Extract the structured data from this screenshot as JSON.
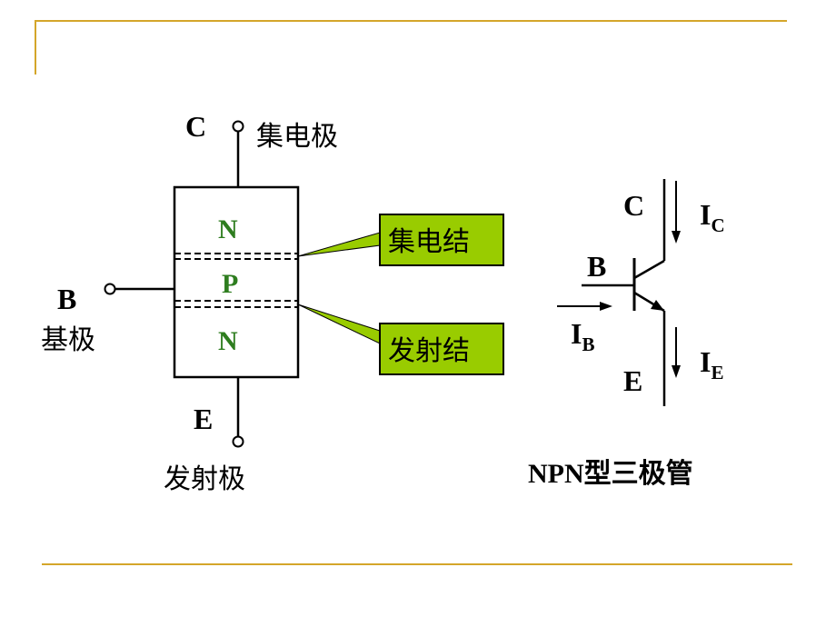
{
  "slide": {
    "frame_color": "#d4a62a",
    "accent_green": "#99cc00",
    "region_color": "#2e7d1f"
  },
  "structure": {
    "collector_letter": "C",
    "collector_name": "集电极",
    "base_letter": "B",
    "base_name": "基极",
    "emitter_letter": "E",
    "emitter_name": "发射极",
    "region_top": "N",
    "region_middle": "P",
    "region_bottom": "N",
    "collector_junction": "集电结",
    "emitter_junction": "发射结"
  },
  "symbol": {
    "c_letter": "C",
    "b_letter": "B",
    "e_letter": "E",
    "ic_main": "I",
    "ic_sub": "C",
    "ib_main": "I",
    "ib_sub": "B",
    "ie_main": "I",
    "ie_sub": "E",
    "caption": "NPN型三极管"
  }
}
